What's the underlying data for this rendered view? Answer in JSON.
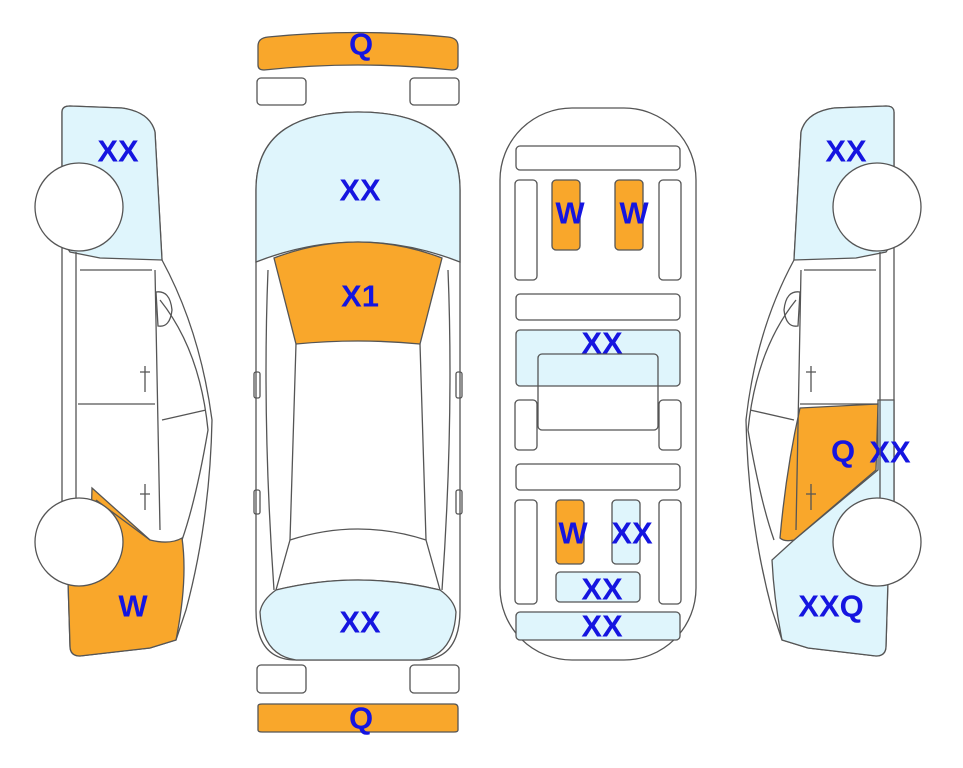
{
  "colors": {
    "damaged": "#F9A72B",
    "marked": "#DFF5FC",
    "plain": "#FFFFFF",
    "outline": "#555555",
    "label": "#1515E0"
  },
  "labels": {
    "front_bumper": "Q",
    "hood": "XX",
    "windshield": "X1",
    "trunk_top": "XX",
    "rear_bumper": "Q",
    "left_front_fender": "XX",
    "left_rear_quarter": "W",
    "right_front_fender": "XX",
    "right_rear_door": "Q",
    "right_rear_door_2": "XX",
    "right_rear_quarter": "XXQ",
    "front_seat_left": "W",
    "front_seat_right": "W",
    "center_console": "XX",
    "rear_seat_left": "W",
    "rear_seat_right": "XX",
    "rear_center": "XX",
    "trunk_floor": "XX"
  }
}
